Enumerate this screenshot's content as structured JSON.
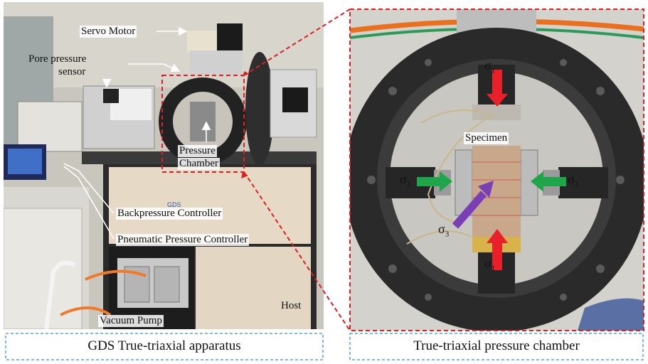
{
  "left_panel": {
    "caption": "GDS True-triaxial apparatus",
    "labels": {
      "servo_motor": "Servo Motor",
      "pore_pressure_line1": "Pore pressure",
      "pore_pressure_line2": "sensor",
      "pressure_line1": "Pressure",
      "pressure_line2": "Chamber",
      "backpressure": "Backpressure Controller",
      "pneumatic": "Pneumatic Pressure Controller",
      "host": "Host",
      "vacuum": "Vacuum Pump"
    },
    "logo_text": "GDS"
  },
  "right_panel": {
    "caption": "True-triaxial pressure chamber",
    "labels": {
      "specimen": "Specimen",
      "sigma1_top": "σ",
      "sigma1_top_sub": "1",
      "sigma1_bottom": "σ",
      "sigma1_bottom_sub": "1",
      "sigma2_left": "σ",
      "sigma2_left_sub": "2",
      "sigma2_right": "σ",
      "sigma2_right_sub": "2",
      "sigma3": "σ",
      "sigma3_sub": "3"
    }
  },
  "colors": {
    "sigma1_arrow": "#e8202a",
    "sigma2_arrow": "#1fa64a",
    "sigma3_arrow": "#7a3fb5",
    "callout_dash": "#e02020",
    "caption_box": "#3a8fd6"
  }
}
